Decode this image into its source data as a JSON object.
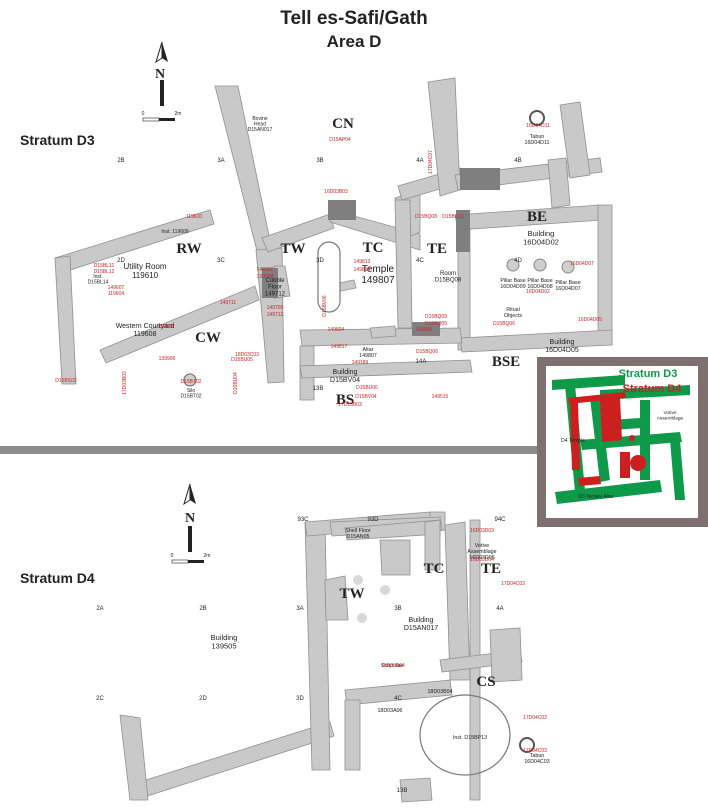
{
  "title": {
    "line1": "Tell es-Safi/Gath",
    "line2": "Area D"
  },
  "colors": {
    "wall": "#c9c9c9",
    "wall_stroke": "#8f8f8f",
    "dark": "#7a7a7a",
    "red": "#cc1f1f",
    "green": "#0f9a4a",
    "divider": "#8c8c8c",
    "inset_frame": "#7f6f6f"
  },
  "scale_labels": {
    "zero": "0",
    "two": "2m"
  },
  "north": "N",
  "stratum_d3": {
    "label": "Stratum D3",
    "areas": [
      "CN",
      "RW",
      "TW",
      "TC",
      "TE",
      "BE",
      "CW",
      "BSE",
      "BS"
    ],
    "grid": [
      "2B",
      "3A",
      "3B",
      "4A",
      "4B",
      "2D",
      "3C",
      "3D",
      "4C",
      "4D",
      "13B",
      "14A"
    ],
    "black_labels": [
      "Bovine\nHead\nD15AN017",
      "Tabun\n16D04D11",
      "Inst. 119609",
      "Utility Room\n119610",
      "Inst.\nD15BL14",
      "Cobble\nFloor\n149712",
      "Temple\n149807",
      "Room\nD15BQ08",
      "Building\n16D04D02",
      "Pillar Base\n16D04D09",
      "Pillar Base\n16D04D08",
      "Pillar Base\n16D04D07",
      "Ritual\nObjects",
      "Western Courtyard\n119608",
      "Altar\n149807",
      "Building\n16D04D05",
      "Building\nD15BV04",
      "Silo\nD15BT02"
    ],
    "red_labels": [
      "D15AP04",
      "16D04D11",
      "16D03B03",
      "17D04C07",
      "D15BQ08",
      "D15BQ11",
      "119610",
      "149813",
      "149814",
      "149702",
      "139508",
      "149709",
      "149712",
      "16D04D02",
      "16D04D07",
      "D15BL11",
      "D15BL12",
      "149607",
      "119604",
      "149711",
      "149804",
      "16D04D05",
      "D15BQ06",
      "119608",
      "139906",
      "D15BU05",
      "18D03C03",
      "D15BQ09",
      "D15BQ05",
      "149806",
      "149817",
      "149189",
      "D15BQ06",
      "D15BU06",
      "149515",
      "D15BS02",
      "17D03B03",
      "D15BT02",
      "D15BU04",
      "D15BV04",
      "17D13B03",
      "D15BV06"
    ]
  },
  "stratum_d4": {
    "label": "Stratum D4",
    "areas": [
      "TW",
      "TC",
      "TE",
      "CS"
    ],
    "grid": [
      "93C",
      "93D",
      "94C",
      "2A",
      "2B",
      "3A",
      "3B",
      "4A",
      "2C",
      "2D",
      "3D",
      "4C",
      "13B"
    ],
    "black_labels": [
      "Shell Floor\nD15AN05",
      "Votive\nAssemblage\n16D03D05",
      "Building\nD15AN017",
      "Building\n139505",
      "Scapulae",
      "18D03B04",
      "18D03A06",
      "Inst. D15BP13",
      "Tabun\n16D04C03"
    ],
    "red_labels": [
      "16D03D03",
      "16D03D04",
      "17D04C03",
      "18D03A04",
      "17D04C02",
      "17D04C03"
    ]
  },
  "inset": {
    "legend_d3": "Stratum D3",
    "legend_d4": "Stratum D4",
    "labels": [
      "Votive\nAssemblage",
      "D4 Temple",
      "D3 Temple Altar"
    ]
  }
}
